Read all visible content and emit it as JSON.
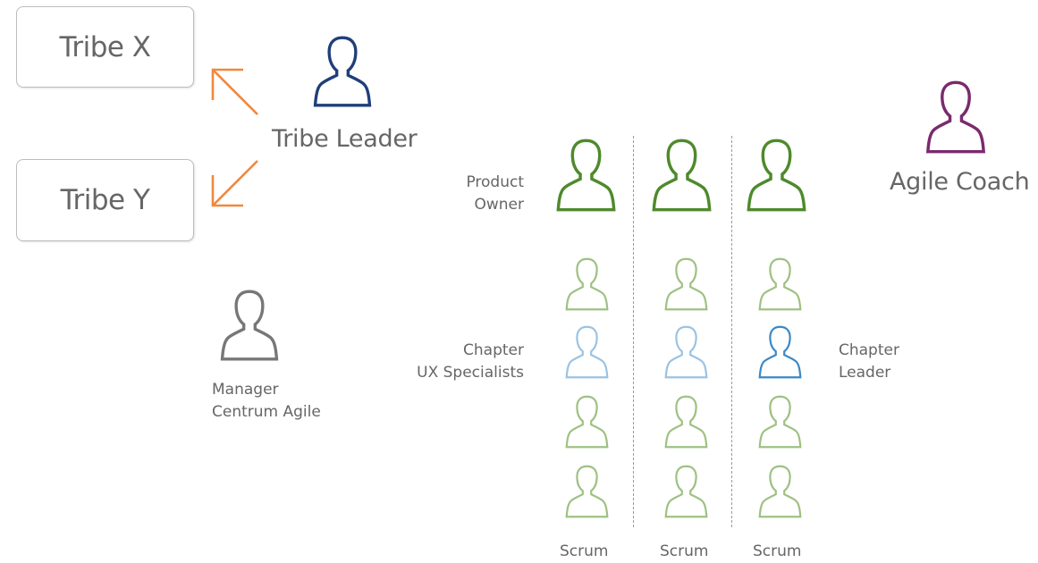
{
  "tribes": {
    "x_label": "Tribe X",
    "y_label": "Tribe Y"
  },
  "roles": {
    "tribe_leader": "Tribe Leader",
    "agile_coach": "Agile Coach",
    "product_owner": [
      "Product",
      "Owner"
    ],
    "chapter_ux": [
      "Chapter",
      "UX Specialists"
    ],
    "chapter_leader": [
      "Chapter",
      "Leader"
    ],
    "manager": [
      "Manager",
      "Centrum Agile"
    ]
  },
  "scrums": [
    "Scrum",
    "Scrum",
    "Scrum"
  ],
  "icons": {
    "person": "person-icon",
    "arrow": "arrow-icon"
  },
  "colors": {
    "tribe_leader": "#1f3f7a",
    "agile_coach": "#7a2a6e",
    "product_owner": "#4e8a2c",
    "team_member": "#9fc183",
    "ux_specialist": "#9bc3e3",
    "chapter_leader": "#3b88c6",
    "manager": "#777777",
    "arrow": "#f0883e"
  }
}
